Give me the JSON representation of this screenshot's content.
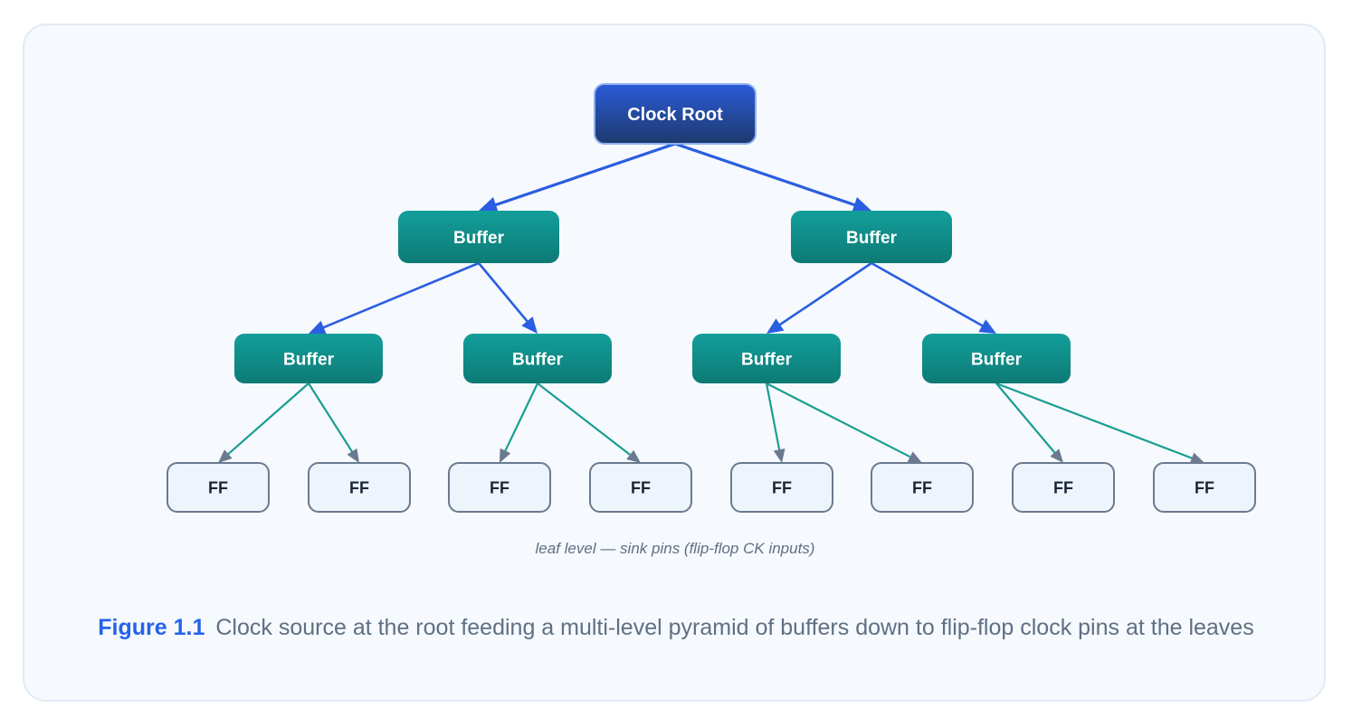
{
  "figure": {
    "root": {
      "label": "Clock Root"
    },
    "level1": [
      {
        "label": "Buffer"
      },
      {
        "label": "Buffer"
      }
    ],
    "level2": [
      {
        "label": "Buffer"
      },
      {
        "label": "Buffer"
      },
      {
        "label": "Buffer"
      },
      {
        "label": "Buffer"
      }
    ],
    "leaves": [
      {
        "label": "FF"
      },
      {
        "label": "FF"
      },
      {
        "label": "FF"
      },
      {
        "label": "FF"
      },
      {
        "label": "FF"
      },
      {
        "label": "FF"
      },
      {
        "label": "FF"
      },
      {
        "label": "FF"
      }
    ],
    "leaf_note": "leaf level — sink pins (flip-flop CK inputs)",
    "caption_label": "Figure 1.1",
    "caption_text": "Clock source at the root feeding a multi-level pyramid of buffers down to flip-flop clock pins at the leaves"
  },
  "colors": {
    "root_top": "#2a5bd7",
    "root_bottom": "#1e3a6e",
    "buffer_top": "#139f9b",
    "buffer_bottom": "#0d7a75",
    "leaf_fill": "#eef4fb",
    "leaf_border": "#6b7a90",
    "edge_blue": "#2a5ee0",
    "edge_teal": "#1a9e92",
    "arrow_gray": "#6b7a90"
  }
}
